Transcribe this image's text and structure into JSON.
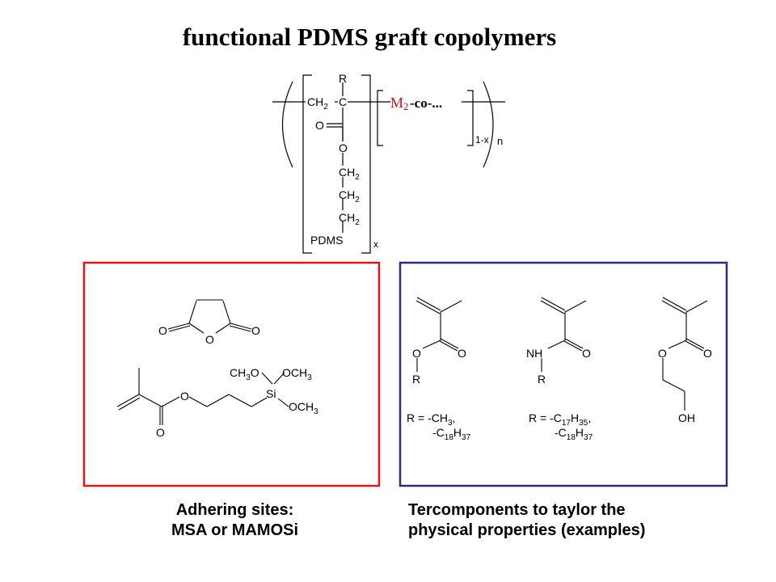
{
  "slide": {
    "title": "functional PDMS graft copolymers",
    "colors": {
      "left_box_border": "#e0161b",
      "right_box_border": "#2e2b7a",
      "m2_label": "#d0141c"
    }
  },
  "backbone": {
    "r_label": "R",
    "ch2_label": "CH",
    "ch2_sub": "2",
    "c_label": "C",
    "carbonyl_o": "O",
    "ester_o": "O",
    "side_chain": [
      {
        "label": "CH",
        "sub": "2"
      },
      {
        "label": "CH",
        "sub": "2"
      },
      {
        "label": "CH",
        "sub": "2"
      }
    ],
    "pdms_label": "PDMS",
    "x_subscript": "x",
    "m2_label": "M",
    "m2_sub": "2",
    "co_label": "-co-...",
    "one_minus_x": "1-x",
    "n_subscript": "n"
  },
  "adhering_box": {
    "maleic_anhydride": {
      "o_left": "O",
      "o_ring": "O",
      "o_right": "O"
    },
    "mamosi": {
      "ester_o": "O",
      "carbonyl_o": "O",
      "si": "Si",
      "och3_top_left": {
        "pre": "CH",
        "sub": "3",
        "post": "O"
      },
      "och3_top_right": {
        "pre": "OCH",
        "sub": "3"
      },
      "och3_right": {
        "pre": "OCH",
        "sub": "3"
      }
    }
  },
  "tercomponent_box": {
    "methacrylate": {
      "ester_o": "O",
      "carbonyl_o": "O",
      "r_label": "R",
      "r_def_line1": {
        "pre": "R = -CH",
        "sub": "3",
        "post": ","
      },
      "r_def_line2": {
        "pre": "-C",
        "sub1": "18",
        "mid": "H",
        "sub2": "37"
      }
    },
    "methacrylamide": {
      "nh_label": "NH",
      "carbonyl_o": "O",
      "r_label": "R",
      "r_def_line1": {
        "pre": "R = -C",
        "sub1": "17",
        "mid": "H",
        "sub2": "35",
        "post": ","
      },
      "r_def_line2": {
        "pre": "-C",
        "sub1": "18",
        "mid": "H",
        "sub2": "37"
      }
    },
    "hema": {
      "ester_o": "O",
      "carbonyl_o": "O",
      "oh_label": "OH"
    }
  },
  "captions": {
    "left": [
      "Adhering sites:",
      "MSA or MAMOSi"
    ],
    "right": [
      "Tercomponents to taylor the",
      "physical properties (examples)"
    ]
  }
}
